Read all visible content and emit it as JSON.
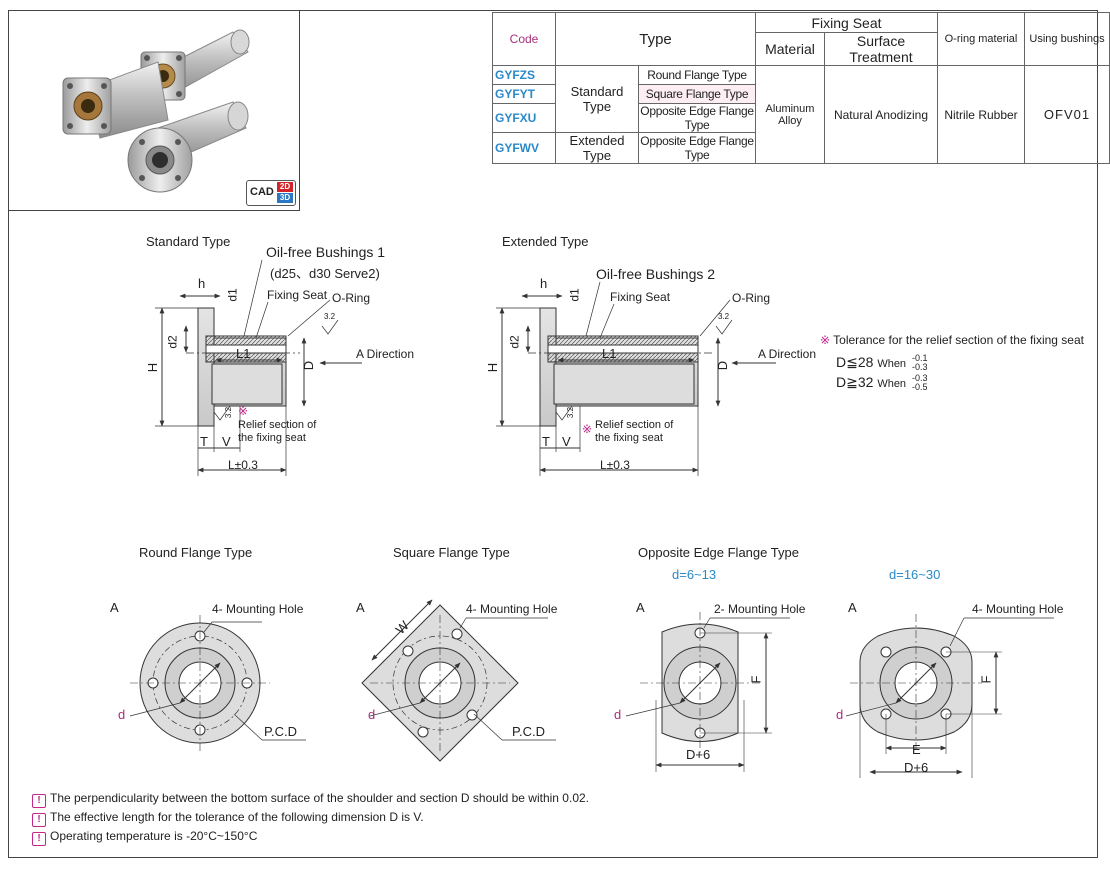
{
  "spec_table": {
    "header": {
      "code": "Code",
      "type": "Type",
      "fixing_seat": "Fixing Seat",
      "material": "Material",
      "surface_treatment": "Surface Treatment",
      "oring_material": "O-ring material",
      "using_bushings": "Using bushings"
    },
    "rows": [
      {
        "code": "GYFZS",
        "subtype": "Round Flange Type"
      },
      {
        "code": "GYFYT",
        "subtype": "Square Flange Type"
      },
      {
        "code": "GYFXU",
        "subtype": "Opposite Edge Flange Type"
      },
      {
        "code": "GYFWV",
        "subtype": "Opposite Edge Flange Type"
      }
    ],
    "standard_type": "Standard Type",
    "extended_type": "Extended Type",
    "material_value": "Aluminum Alloy",
    "surface_value": "Natural Anodizing",
    "oring_value": "Nitrile Rubber",
    "bushing_value": "OFV01"
  },
  "cad_badge": {
    "label": "CAD",
    "d2": "2D",
    "d3": "3D"
  },
  "standard_drawing": {
    "title": "Standard Type",
    "bushing_label": "Oil-free Bushings 1",
    "bushing_note": "(d25、d30 Serve2)",
    "fixing_seat": "Fixing Seat",
    "oring": "O-Ring",
    "direction": "A Direction",
    "relief_line1": "Relief section of",
    "relief_line2": "the fixing seat",
    "dims": {
      "h": "h",
      "d1": "d1",
      "d2": "d2",
      "H": "H",
      "D": "D",
      "L1": "L1",
      "T": "T",
      "V": "V",
      "L": "L±0.3",
      "rough": "3.2"
    }
  },
  "extended_drawing": {
    "title": "Extended Type",
    "bushing_label": "Oil-free Bushings 2",
    "fixing_seat": "Fixing Seat",
    "oring": "O-Ring",
    "direction": "A Direction",
    "relief_line1": "Relief section of",
    "relief_line2": "the fixing seat",
    "dims": {
      "h": "h",
      "d1": "d1",
      "d2": "d2",
      "H": "H",
      "D": "D",
      "L1": "L1",
      "T": "T",
      "V": "V",
      "L": "L±0.3",
      "rough": "3.2"
    }
  },
  "tolerance": {
    "title": "Tolerance for the relief section of the fixing seat",
    "line1_cond": "D≦28",
    "line1_when": "When",
    "line1_up": "-0.1",
    "line1_low": "-0.3",
    "line2_cond": "D≧32",
    "line2_when": "When",
    "line2_up": "-0.3",
    "line2_low": "-0.5"
  },
  "views": {
    "round": {
      "title": "Round Flange Type",
      "a": "A",
      "hole": "4- Mounting Hole",
      "d": "d",
      "pcd": "P.C.D"
    },
    "square": {
      "title": "Square Flange Type",
      "a": "A",
      "hole": "4- Mounting Hole",
      "d": "d",
      "pcd": "P.C.D",
      "w": "W"
    },
    "opp_title": "Opposite Edge Flange Type",
    "opp_small": {
      "range": "d=6~13",
      "a": "A",
      "hole": "2- Mounting Hole",
      "d": "d",
      "f": "F",
      "width": "D+6"
    },
    "opp_large": {
      "range": "d=16~30",
      "a": "A",
      "hole": "4- Mounting Hole",
      "d": "d",
      "f": "F",
      "e": "E",
      "width": "D+6"
    }
  },
  "notes": [
    "The perpendicularity between the bottom surface of the shoulder and section D should be within 0.02.",
    "The effective length for the tolerance of the following dimension D is V.",
    "Operating temperature is -20°C~150°C"
  ],
  "colors": {
    "code_blue": "#2a89c9",
    "code_header": "#a8307c",
    "note_magenta": "#c2278a",
    "range_blue": "#2a89c9"
  }
}
